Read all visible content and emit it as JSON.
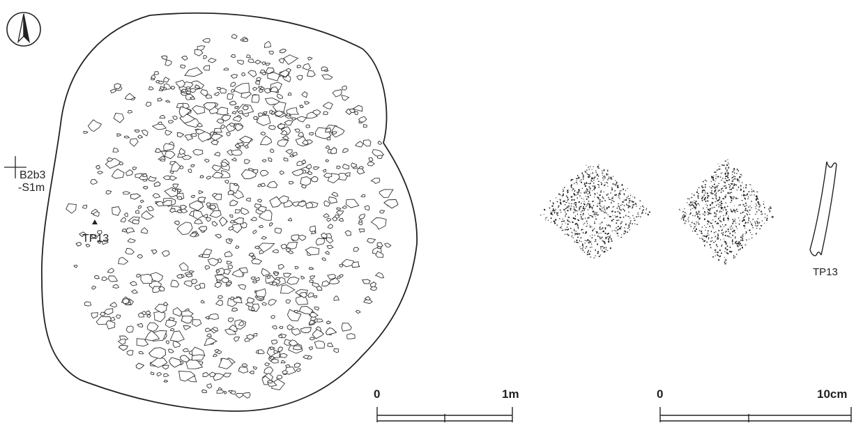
{
  "plan": {
    "datum_label_line1": "B2b3",
    "datum_label_line2": "-S1m",
    "sample_label": "TP13"
  },
  "section": {
    "label": "TP13"
  },
  "scale_bars": {
    "plan": {
      "start_label": "0",
      "end_label": "1m"
    },
    "sherd": {
      "start_label": "0",
      "end_label": "10cm"
    }
  },
  "icons": {
    "north_arrow": "north-arrow-icon",
    "datum_cross": "datum-cross-icon",
    "sample_marker": "triangle-marker-icon"
  }
}
